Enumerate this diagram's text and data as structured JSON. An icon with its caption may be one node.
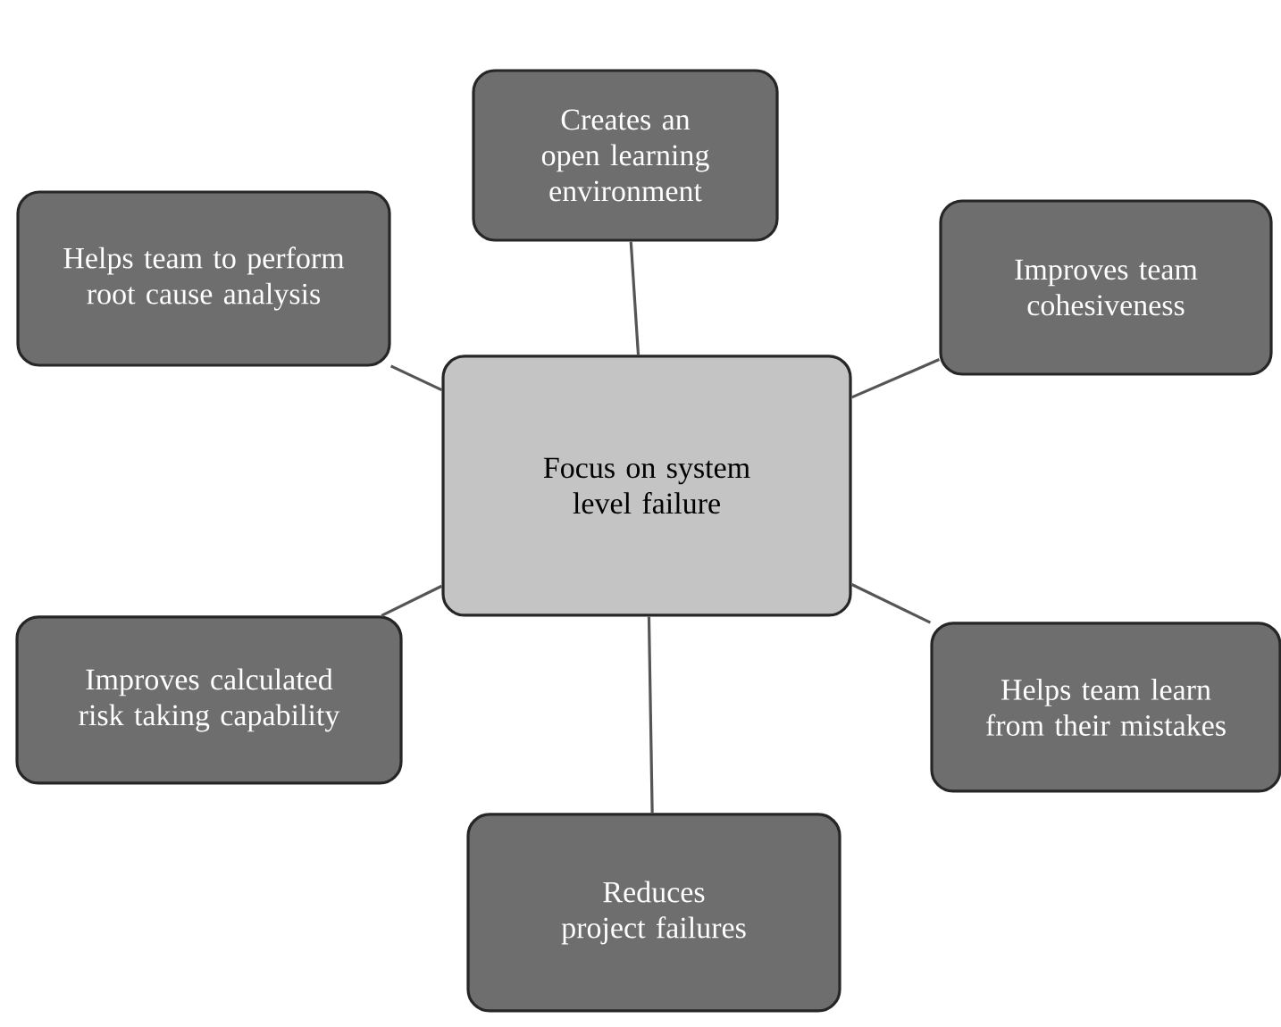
{
  "diagram": {
    "nodes": [
      {
        "text": [
          "Focus on system level failure"
        ]
      },
      {
        "text": [
          "Creates an open learning environment"
        ]
      },
      {
        "text": [
          "Helps team to perform root cause analysis"
        ]
      },
      {
        "text": [
          "Improves team cohesiveness"
        ]
      },
      {
        "text": [
          "Improves calculated risk taking capability"
        ]
      },
      {
        "text": [
          "Helps team learn from their mistakes"
        ]
      },
      {
        "text": [
          "Reduces project failures"
        ]
      }
    ],
    "edges": [
      {
        "from": 0,
        "to": 1,
        "arrow": "none"
      },
      {
        "from": 0,
        "to": 2,
        "arrow": "none"
      },
      {
        "from": 0,
        "to": 3,
        "arrow": "none"
      },
      {
        "from": 0,
        "to": 4,
        "arrow": "none"
      },
      {
        "from": 0,
        "to": 5,
        "arrow": "none"
      },
      {
        "from": 0,
        "to": 6,
        "arrow": "none"
      }
    ]
  }
}
